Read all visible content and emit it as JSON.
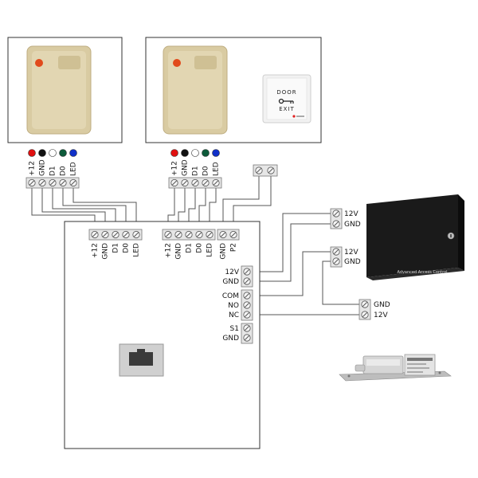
{
  "reader_pins": [
    "+12",
    "GND",
    "D1",
    "D0",
    "LED"
  ],
  "pin_dot_colors": [
    "#e01010",
    "#111111",
    "#ffffff",
    "#0d5a3a",
    "#1030c8"
  ],
  "board": {
    "reader1_terminal": [
      "+12",
      "GND",
      "D1",
      "D0",
      "LED"
    ],
    "reader2_terminal": [
      "+12",
      "GND",
      "D1",
      "D0",
      "LED"
    ],
    "exit_terminal": [
      "GND",
      "P2"
    ],
    "power_terminal": [
      "12V",
      "GND"
    ],
    "relay_terminal": [
      "COM",
      "NO",
      "NC"
    ],
    "sensor_terminal": [
      "S1",
      "GND"
    ]
  },
  "psu_in_terminal": [
    "12V",
    "GND"
  ],
  "psu_out_terminal": [
    "12V",
    "GND"
  ],
  "lock_terminal": [
    "GND",
    "12V"
  ],
  "exit_button": {
    "line1": "DOOR",
    "line2": "EXIT"
  },
  "power_supply_label": "Advanced Access Control"
}
